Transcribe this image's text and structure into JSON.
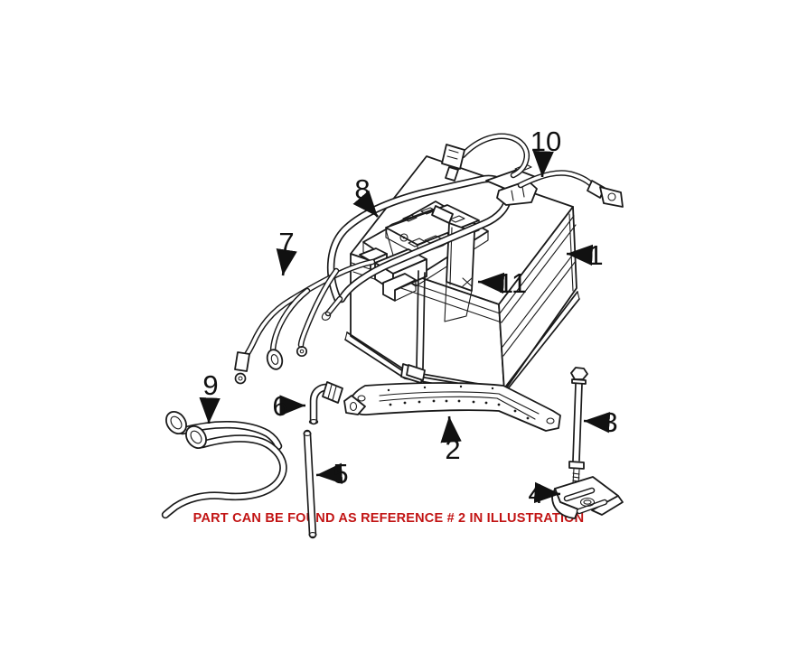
{
  "diagram": {
    "caption": "PART CAN BE FOUND AS REFERENCE # 2 IN ILLUSTRATION",
    "colors": {
      "line": "#1a1a1a",
      "caption": "#c21414",
      "background": "#ffffff"
    },
    "callouts": [
      {
        "number": "1",
        "part": "battery"
      },
      {
        "number": "2",
        "part": "battery-hold-down-strap"
      },
      {
        "number": "3",
        "part": "hold-down-bolt"
      },
      {
        "number": "4",
        "part": "hold-down-bracket"
      },
      {
        "number": "5",
        "part": "vent-tube"
      },
      {
        "number": "6",
        "part": "vent-elbow-fitting"
      },
      {
        "number": "7",
        "part": "battery-cable-harness"
      },
      {
        "number": "8",
        "part": "cable-guide-loop"
      },
      {
        "number": "9",
        "part": "vent-hose"
      },
      {
        "number": "10",
        "part": "ground-cable"
      },
      {
        "number": "11",
        "part": "battery-clamp-bracket"
      }
    ]
  }
}
